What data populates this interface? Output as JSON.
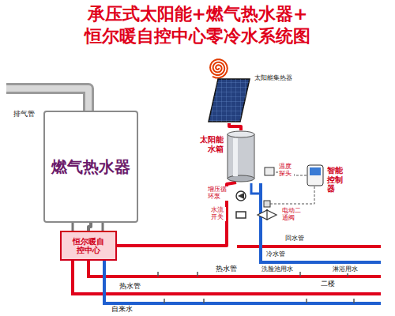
{
  "diagram": {
    "title": "承压式太阳能+燃气热水器+ 恒尔暖自控中心零冷水系统图",
    "nodes": [
      {
        "text": [
          "燃气热水器"
        ]
      },
      {
        "text": [
          "恒尔暖自控中心"
        ]
      },
      {
        "text": [
          "太阳能集热器"
        ]
      },
      {
        "text": [
          "太阳能水箱"
        ]
      },
      {
        "text": [
          "智能控制器"
        ]
      }
    ],
    "edges": [
      {
        "from": 0,
        "to": 1,
        "arrow": "none"
      },
      {
        "from": 2,
        "to": 3,
        "arrow": "none"
      },
      {
        "from": 3,
        "to": 1,
        "arrow": "none"
      }
    ],
    "labels": [
      "排气管",
      "增压循环泵",
      "水流开关",
      "温度探头",
      "电动二通阀",
      "回水管",
      "冷水管",
      "热水管",
      "洗脸池用水",
      "淋浴用水",
      "二楼",
      "热水管",
      "自来水"
    ]
  }
}
